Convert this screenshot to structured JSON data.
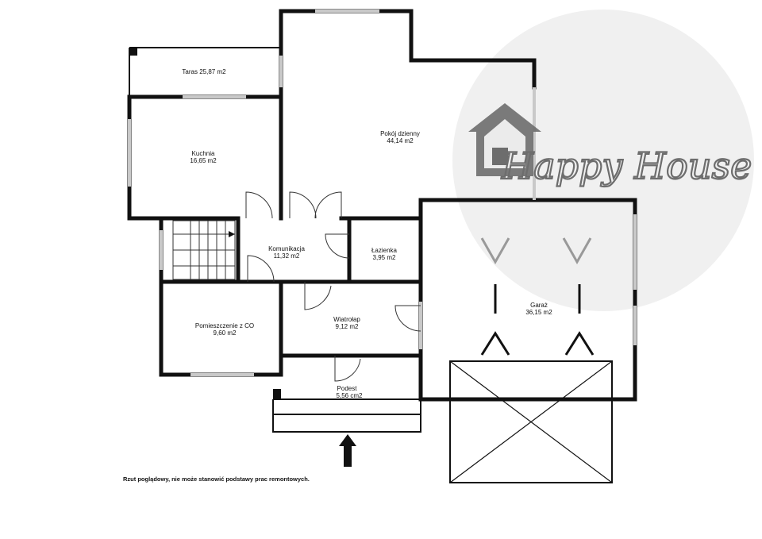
{
  "rooms": {
    "taras": {
      "label": "Taras 25,87 m2"
    },
    "kuchnia": {
      "name": "Kuchnia",
      "area": "16,65 m2"
    },
    "pokoj": {
      "name": "Pokój dzienny",
      "area": "44,14 m2"
    },
    "komunikacja": {
      "name": "Komunikacja",
      "area": "11,32 m2"
    },
    "lazienka": {
      "name": "Łazienka",
      "area": "3,95 m2"
    },
    "pomieszczenie": {
      "name": "Pomieszczenie z CO",
      "area": "9,60 m2"
    },
    "wiatrolap": {
      "name": "Wiatrołap",
      "area": "9,12 m2"
    },
    "garaz": {
      "name": "Garaż",
      "area": "36,15 m2"
    },
    "podest": {
      "name": "Podest",
      "area": "5,56 cm2"
    }
  },
  "disclaimer": "Rzut poglądowy, nie może stanowić podstawy prac remontowych.",
  "watermark": {
    "text": "Happy House",
    "icon": "house-icon",
    "color": "#6d6d6d"
  },
  "entrance": {
    "icon": "entrance-arrow-icon"
  }
}
